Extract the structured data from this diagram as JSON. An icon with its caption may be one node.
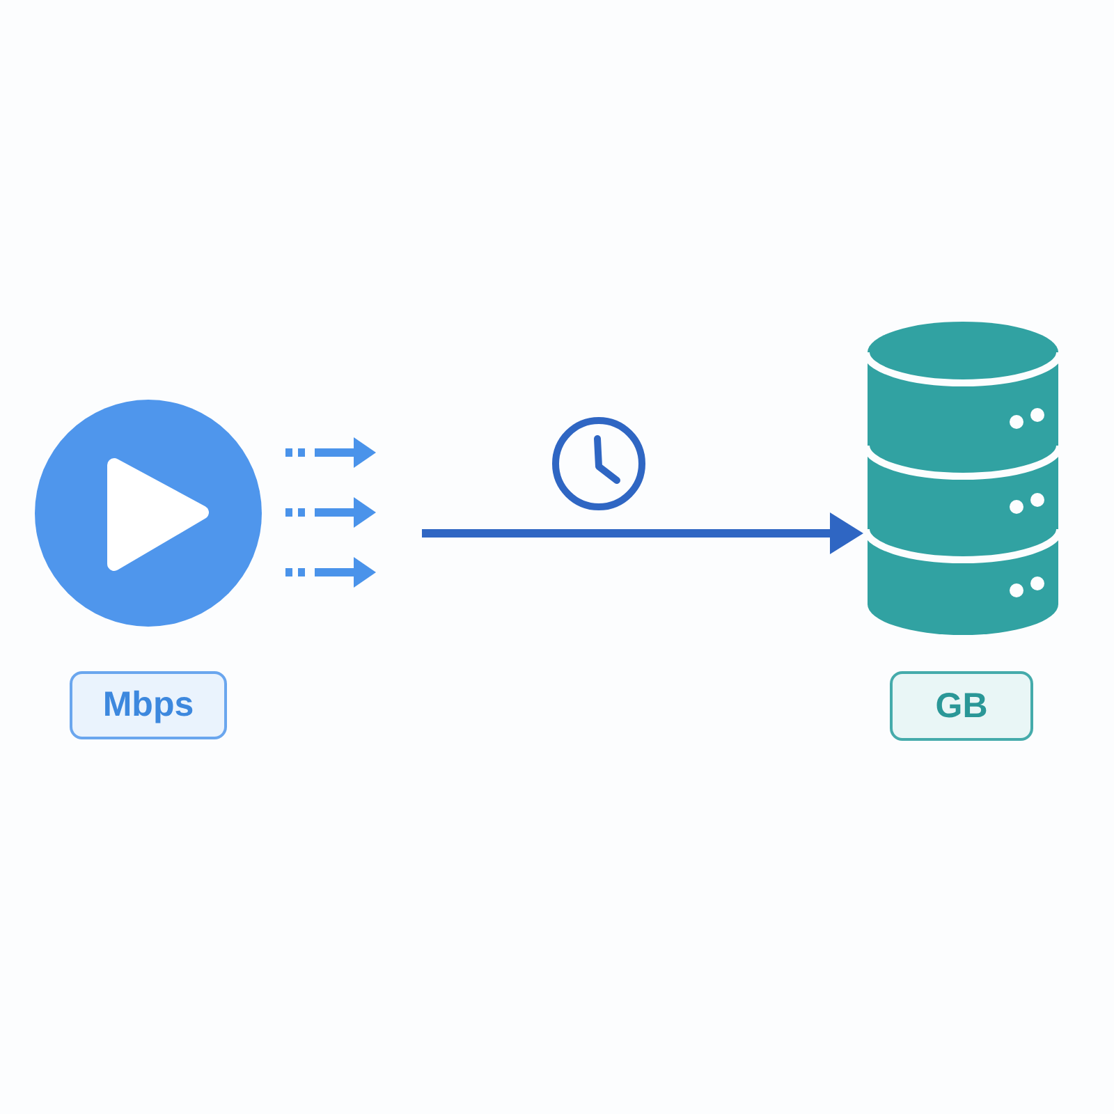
{
  "diagram": {
    "nodes": [
      {
        "text": [],
        "shape": "circle"
      },
      {
        "text": [
          "Mbps"
        ]
      },
      {
        "text": [],
        "shape": "cylinder"
      },
      {
        "text": [
          "GB"
        ]
      }
    ],
    "edges": [
      {
        "from": 0,
        "to": null,
        "arrow": "to",
        "style": "dashed"
      },
      {
        "from": 0,
        "to": null,
        "arrow": "to",
        "style": "dashed"
      },
      {
        "from": 0,
        "to": null,
        "arrow": "to",
        "style": "dashed"
      },
      {
        "from": null,
        "to": 2,
        "arrow": "to",
        "color": "#2f66c3"
      }
    ]
  }
}
